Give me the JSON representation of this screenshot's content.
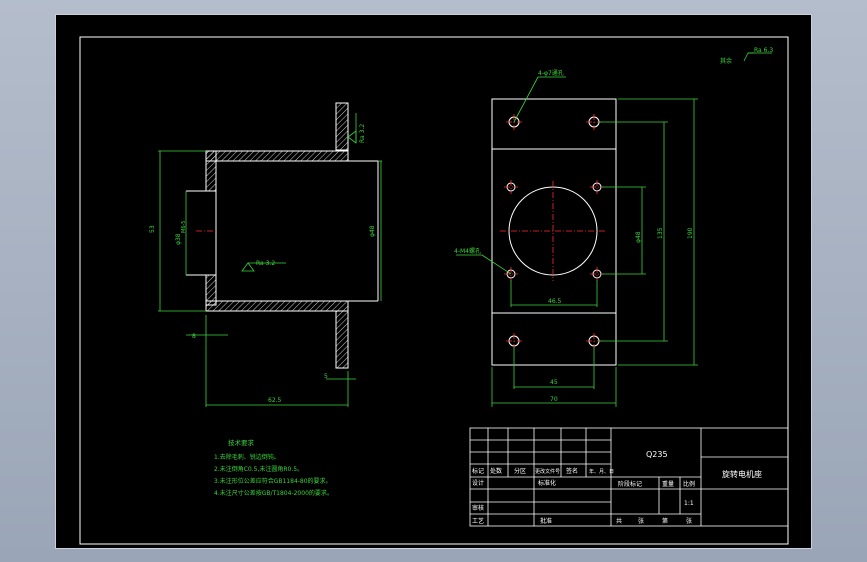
{
  "drawing": {
    "title": "旋转电机座",
    "material": "Q235",
    "scale": "1:1"
  },
  "roughness": {
    "general_note_prefix": "其余",
    "general_value": "Ra 6.3",
    "flange_value": "Ra 3.2",
    "bore_value": "Ra 3.2"
  },
  "dims": {
    "height_left": "53",
    "bore_dia_small": "φ38",
    "thread": "M6-5",
    "right_side": "φ48",
    "flange_thk": "8",
    "flange_thk2": "5",
    "length": "62.5",
    "holes_top": "4-φ7通孔",
    "holes_mid": "4-M4螺孔",
    "circle_dia": "φ48",
    "mid_span": "46.5",
    "mid_height": "135",
    "total_height": "190",
    "bottom_span": "45",
    "total_width": "70"
  },
  "tech_req": {
    "heading": "技术要求",
    "items": [
      "1.去除毛刺、锐边倒钝。",
      "2.未注倒角C0.5,未注圆角R0.5。",
      "3.未注形位公差应符合GB1184-80的要求。",
      "4.未注尺寸公差按GB/T1804-2000的要求。"
    ]
  },
  "title_block": {
    "row_headers": [
      "标记",
      "处数",
      "分区",
      "更改文件号",
      "签名",
      "年、月、日"
    ],
    "labels": {
      "design": "设计",
      "standard": "标准化",
      "review": "审核",
      "process": "工艺",
      "approve": "批准",
      "stage_mark": "阶段标记",
      "weight": "重量",
      "ratio": "比例",
      "sheets": "共",
      "sheet_count": "张",
      "sheet_no": "第",
      "sheet_no_unit": "张"
    }
  }
}
